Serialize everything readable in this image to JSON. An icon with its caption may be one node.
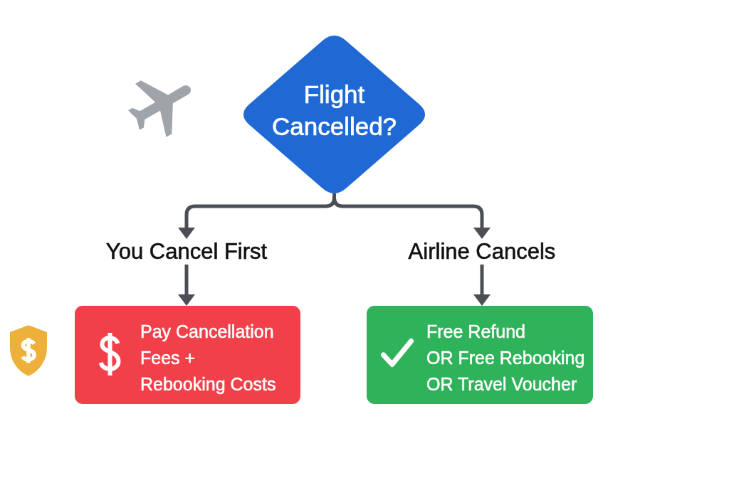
{
  "diagram": {
    "nodes": [
      {
        "text": [
          "Flight Cancelled?"
        ]
      },
      {
        "text": [
          "You Cancel First"
        ]
      },
      {
        "text": [
          "Airline Cancels"
        ]
      },
      {
        "text": [
          "Pay Cancellation Fees + Rebooking Costs"
        ]
      },
      {
        "text": [
          "Free Refund",
          "OR Free Rebooking",
          "OR Travel Voucher"
        ]
      }
    ],
    "edges": [
      {
        "from": 0,
        "to": 1,
        "arrow": "to"
      },
      {
        "from": 0,
        "to": 2,
        "arrow": "to"
      },
      {
        "from": 1,
        "to": 3,
        "arrow": "to"
      },
      {
        "from": 2,
        "to": 4,
        "arrow": "to"
      }
    ]
  }
}
